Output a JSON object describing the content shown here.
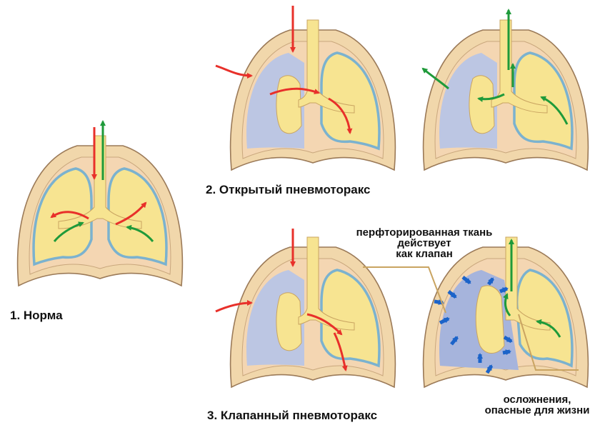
{
  "captions": {
    "normal": "1. Норма",
    "open": "2. Открытый пневмоторакс",
    "valve": "3. Клапанный пневмоторакс"
  },
  "annotations": {
    "valve_line1": "перфторированная ткань",
    "valve_line2": "действует",
    "valve_line3": "как клапан",
    "complications_line1": "осложнения,",
    "complications_line2": "опасные для жизни"
  },
  "colors": {
    "inhale_arrow": "#e8302a",
    "exhale_arrow": "#1f9a3a",
    "pressure_arrow": "#1b63c9",
    "lung": "#f7e491",
    "lung_outline": "#7bb2cf",
    "pleural_air": "#bcc6e3",
    "chest_wall": "#f1d7ab",
    "mediastinum": "#f4d6b2"
  }
}
